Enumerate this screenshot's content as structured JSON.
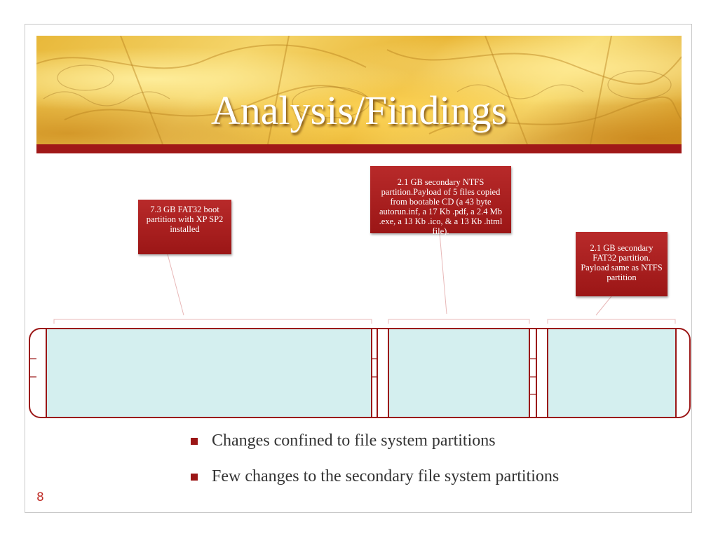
{
  "slide": {
    "title": "Analysis/Findings",
    "page_number": "8",
    "accent_color": "#a01818",
    "partition_fill": "#d4efef"
  },
  "callouts": [
    {
      "text": "7.3 GB FAT32 boot partition with XP SP2 installed"
    },
    {
      "text": "2.1 GB secondary NTFS partition.Payload of 5 files copied from bootable CD (a 43 byte autorun.inf, a 17 Kb .pdf, a 2.4 Mb .exe, a 13 Kb .ico, & a 13 Kb .html file)."
    },
    {
      "text": "2.1 GB secondary FAT32 partition. Payload same as NTFS partition"
    }
  ],
  "bullets": [
    {
      "text": "Changes confined to file system partitions",
      "icon": "square-bullet-icon"
    },
    {
      "text": "Few changes to the secondary file system partitions",
      "icon": "square-bullet-icon"
    }
  ]
}
